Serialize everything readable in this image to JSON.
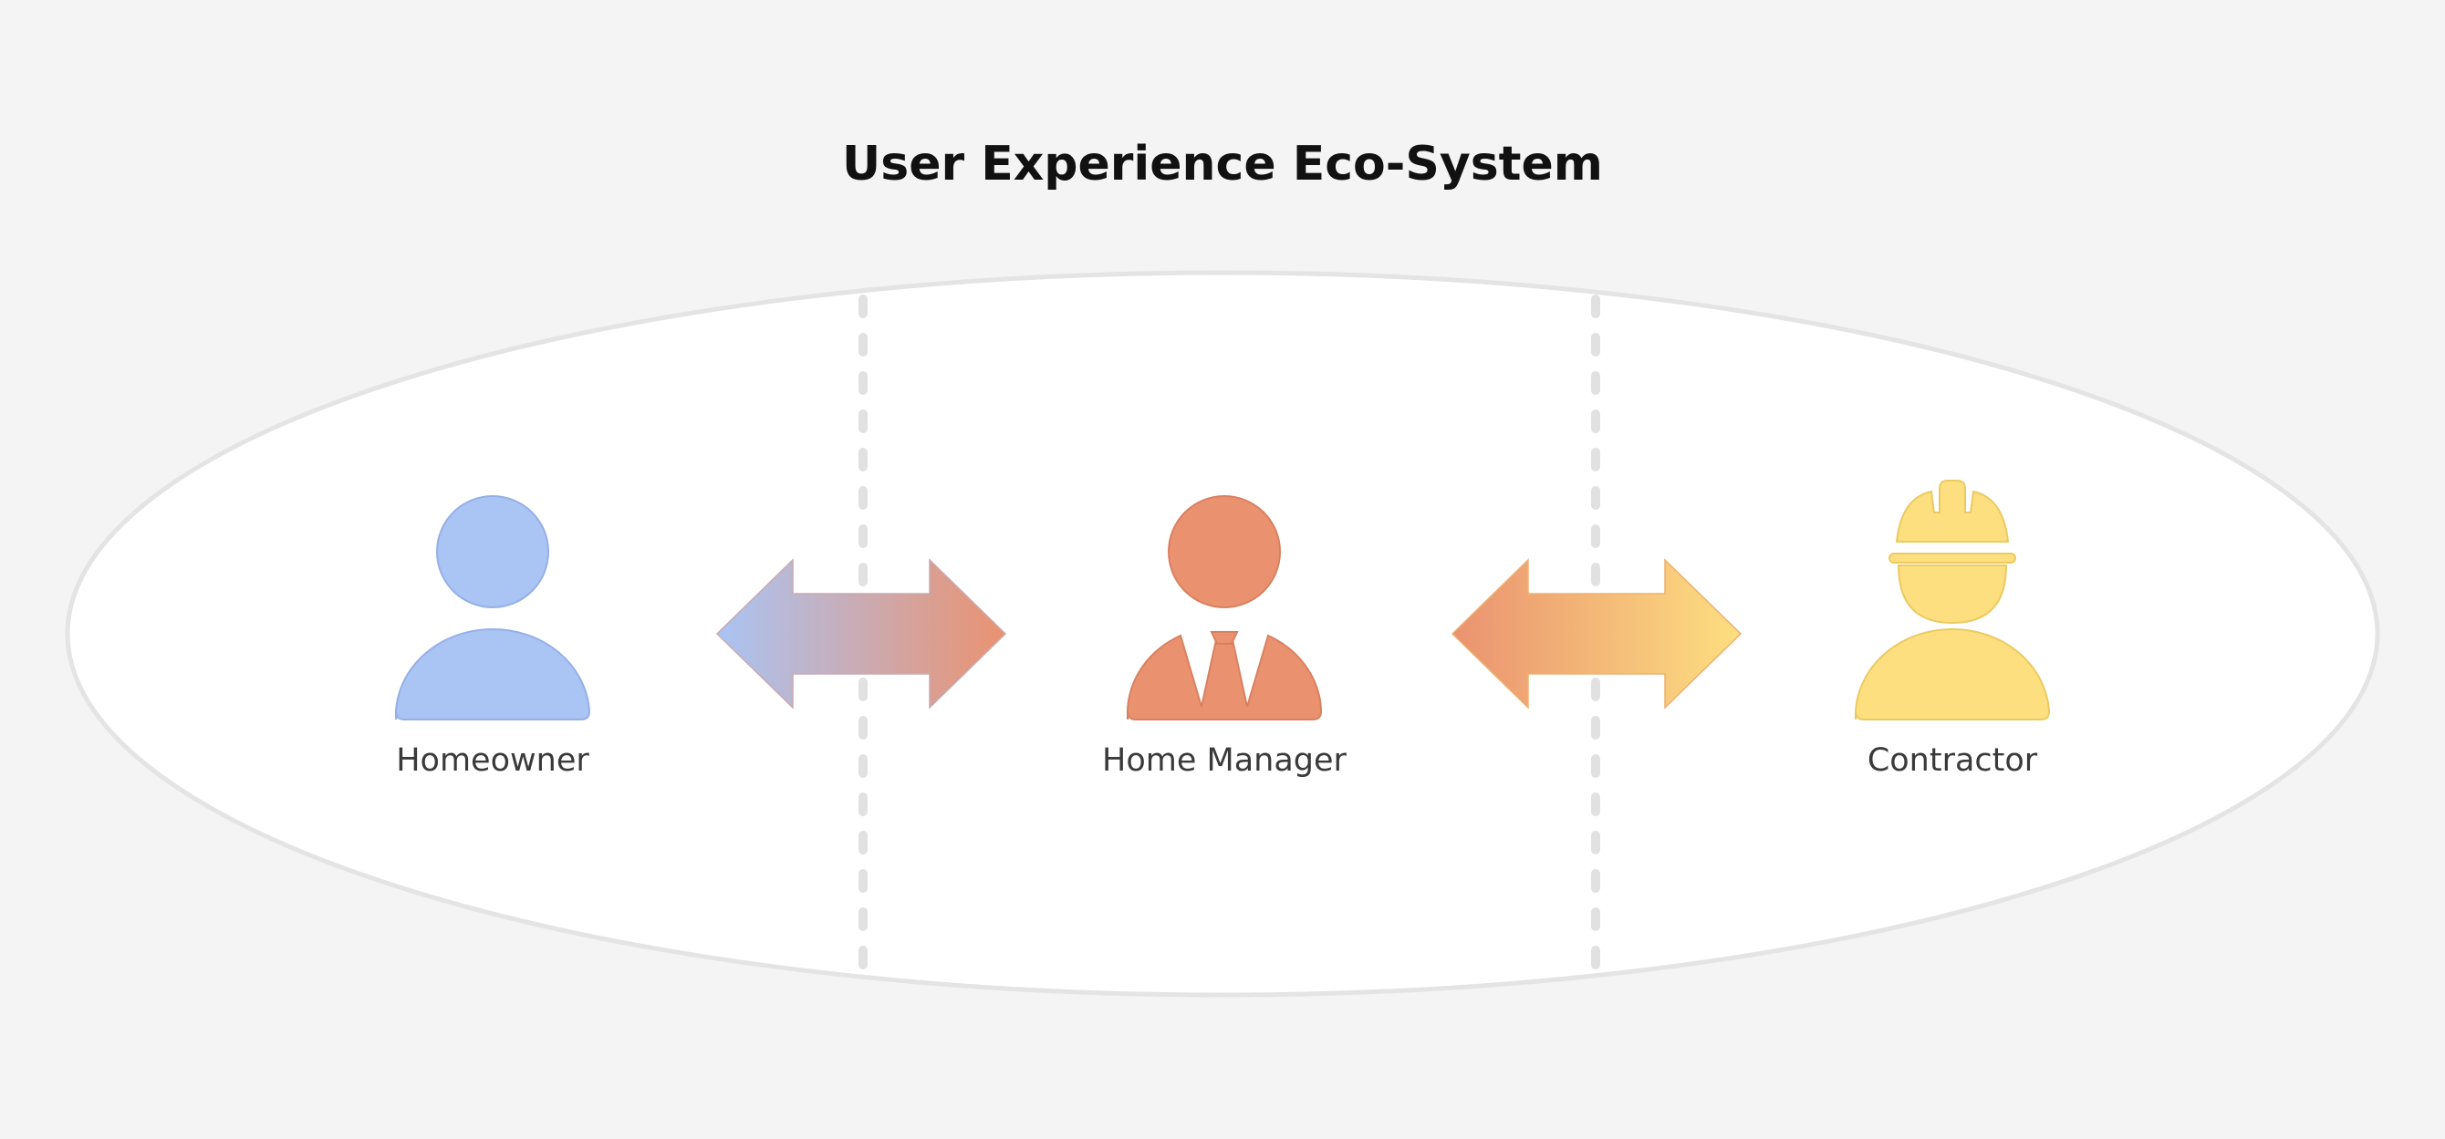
{
  "title": "User Experience Eco-System",
  "roles": [
    {
      "label": "Homeowner",
      "icon": "user-icon",
      "color": "#aac4f4"
    },
    {
      "label": "Home Manager",
      "icon": "manager-tie-icon",
      "color": "#ea9270"
    },
    {
      "label": "Contractor",
      "icon": "hard-hat-worker-icon",
      "color": "#fddf80"
    }
  ],
  "colors": {
    "background": "#f4f4f4",
    "ellipse": "#ffffff",
    "ellipse_border": "#e4e4e4",
    "divider": "#e1e1e1"
  }
}
